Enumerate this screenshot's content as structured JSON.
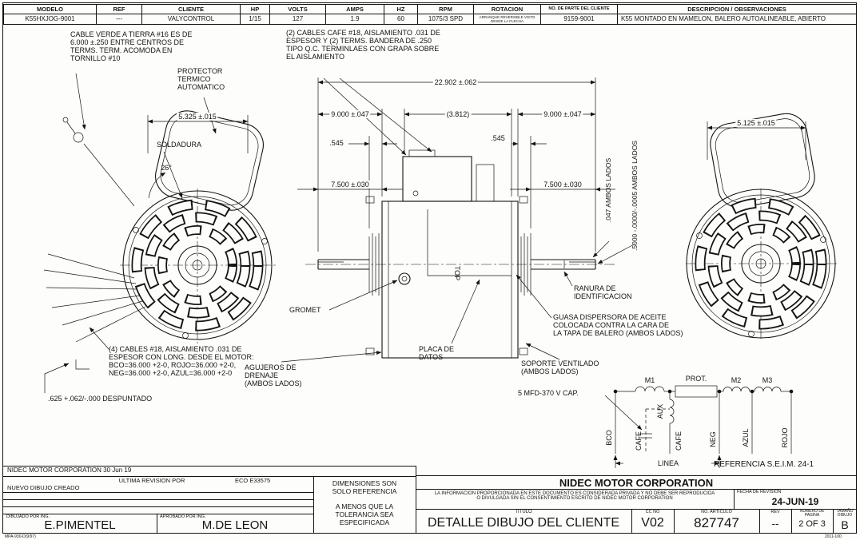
{
  "header": {
    "cells": [
      {
        "label": "MODELO",
        "value": "K55HXJOG-9001"
      },
      {
        "label": "REF",
        "value": "---"
      },
      {
        "label": "CLIENTE",
        "value": "VALYCONTROL"
      },
      {
        "label": "HP",
        "value": "1/15"
      },
      {
        "label": "VOLTS",
        "value": "127"
      },
      {
        "label": "AMPS",
        "value": "1.9"
      },
      {
        "label": "HZ",
        "value": "60"
      },
      {
        "label": "RPM",
        "value": "1075/3 SPD"
      },
      {
        "label": "ROTACION",
        "value": "ARRANQUE REVERSIBLE VISTO DESDE LA FLECHA"
      },
      {
        "label": "NO. DE PARTE DEL CLIENTE",
        "value": "9159-9001"
      },
      {
        "label": "DESCRIPCION / OBSERVACIONES",
        "value": "K55 MONTADO EN MAMELON, BALERO AUTOALINEABLE, ABIERTO"
      }
    ]
  },
  "dims": {
    "overall": "22.902 ±.062",
    "nine_left": "9.000 ±.047",
    "ref_center": "(3.812)",
    "nine_right": "9.000 ±.047",
    "p545_left": ".545",
    "p545_right": ".545",
    "p75_left": "7.500 ±.030",
    "p75_right": "7.500 ±.030",
    "w5325": "5.325 ±.015",
    "w5125": "5.125 ±.015",
    "flat": ".047 AMBOS LADOS",
    "shaft_dia": ".5000 -.0000/-.0005 AMBOS LADOS",
    "angle": "26°",
    "despuntado": ".625 +.062/-.000 DESPUNTADO"
  },
  "annotations": {
    "cable_verde": "CABLE VERDE A TIERRA #16 ES DE\n6.000 ±.250 ENTRE CENTROS DE\nTERMS. TERM. ACOMODA EN\nTORNILLO #10",
    "protector": "PROTECTOR\nTERMICO\nAUTOMATICO",
    "cables_cafe": "(2) CABLES CAFE #18, AISLAMIENTO .031 DE\nESPESOR Y (2) TERMS. BANDERA DE .250\nTIPO Q.C. TERMINLAES CON GRAPA SOBRE\nEL AISLAMIENTO",
    "soldadura": "SOLDADURA",
    "gromet": "GROMET",
    "agujeros": "AGUJEROS DE\nDRENAJE\n(AMBOS LADOS)",
    "placa": "PLACA DE\nDATOS",
    "ranura": "RANURA DE\nIDENTIFICACION",
    "guasa": "GUASA DISPERSORA DE ACEITE\nCOLOCADA CONTRA LA CARA DE\nLA TAPA DE BALERO (AMBOS LADOS)",
    "soporte": "SOPORTE VENTILADO\n(AMBOS LADOS)",
    "cables4": "(4) CABLES #18, AISLAMIENTO .031 DE\nESPESOR CON LONG. DESDE EL MOTOR:\nBCO=36.000 +2-0, ROJO=36.000 +2-0,\nNEG=36.000 +2-0, AZUL=36.000 +2-0",
    "top": "TOP"
  },
  "wiring": {
    "cap": "5 MFD-370 V CAP.",
    "m1": "M1",
    "prot": "PROT.",
    "m2": "M2",
    "m3": "M3",
    "aux": "AUX",
    "w_bco": "BCO",
    "w_cafe1": "CAFE",
    "w_cafe2": "CAFE",
    "w_neg": "NEG",
    "w_azul": "AZUL",
    "w_rojo": "ROJO",
    "linea": "LINEA",
    "referencia": "REFERENCIA S.E.I.M. 24-1"
  },
  "title_block": {
    "corp_date": "NIDEC MOTOR CORPORATION 30 Jun 19",
    "ultima": "ULTIMA REVISION POR",
    "eco": "ECO E33575",
    "nuevo": "NUEVO DIBUJO CREADO",
    "dibujado_label": "DIBUJADO POR ING.",
    "dibujado": "E.PIMENTEL",
    "aprobado_label": "APROBADO POR ING.",
    "aprobado": "M.DE LEON",
    "note1": "DIMENSIONES SON\nSOLO REFERENCIA",
    "note2": "A MENOS QUE LA\nTOLERANCIA SEA\nESPECIFICADA",
    "corp": "NIDEC MOTOR CORPORATION",
    "disclaimer": "LA INFORMACION PROPORCIONADA EN ESTE DOCUMENTO ES CONSIDERADA PRIVADA Y NO DEBE SER REPRODUCIDA\nO DIVULGADA SIN EL CONSENTIMIENTO ESCRITO DE NIDEC MOTOR CORPORATION",
    "fecha_label": "FECHA DE REVISION",
    "fecha": "24-JUN-19",
    "titulo_label": "TITULO",
    "titulo": "DETALLE DIBUJO DEL CLIENTE",
    "cc_label": "CC NO",
    "cc": "V02",
    "articulo_label": "NO. ARTICULO",
    "articulo": "827747",
    "rev_label": "REV",
    "rev": "--",
    "pagina_label": "NUMERO DE\nPAGINA",
    "pagina": "2 OF 3",
    "tamano_label": "TAMAÑO\nDIBUJO",
    "tamano": "B",
    "form_left": "MPA-930-D(9/97)",
    "form_right": "2011-100"
  }
}
